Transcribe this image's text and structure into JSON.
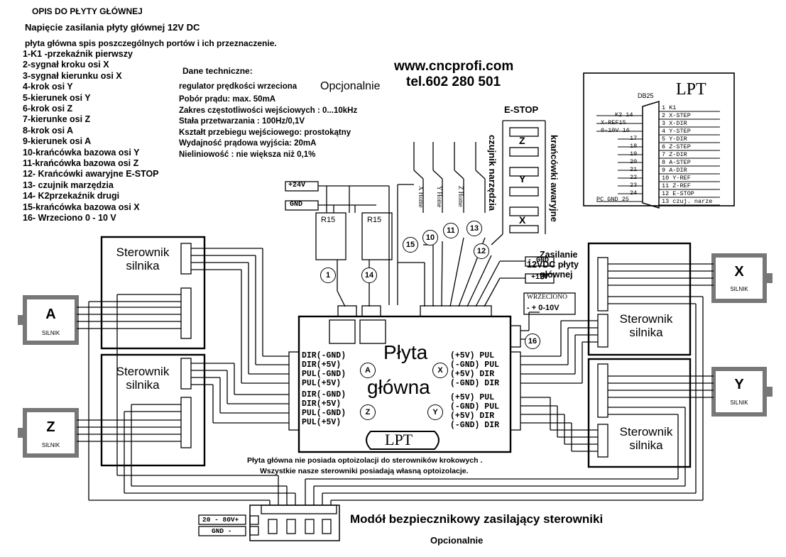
{
  "header": {
    "title": "OPIS DO PŁYTY GŁÓWNEJ",
    "voltage": "Napięcie zasilania płyty głównej 12V DC",
    "ports_intro": "płyta główna spis poszczególnych portów i ich przeznaczenie."
  },
  "port_list": [
    "1-K1 -przekaźnik pierwszy",
    "2-sygnał kroku osi X",
    "3-sygnał kierunku osi X",
    "4-krok osi Y",
    "5-kierunek osi Y",
    "6-krok osi Z",
    "7-kierunke osi Z",
    "8-krok osi A",
    "9-kierunek osi A",
    "10-krańcówka bazowa osi Y",
    "11-krańcówka bazowa osi Z",
    "12- Krańcówki awaryjne E-STOP",
    "13- czujnik marzędzia",
    "14- K2przekaźnik drugi",
    "15-krańcówka bazowa osi X",
    "16- Wrzeciono 0 - 10 V"
  ],
  "tech": {
    "heading": "Dane techniczne:",
    "regulator": "regulator prędkości wrzeciona",
    "optional": "Opcjonalnie",
    "lines": [
      "Pobór prądu: max. 50mA",
      "Zakres częstotliwości wejściowych : 0...10kHz",
      "Stała przetwarzania : 100Hz/0,1V",
      "Kształt przebiegu wejściowego: prostokątny",
      "Wydajność prądowa wyjścia: 20mA",
      "Nieliniowość : nie większa niż 0,1%"
    ]
  },
  "contact": {
    "website": "www.cncprofi.com",
    "phone": "tel.602 280 501"
  },
  "lpt_box": {
    "title": "LPT",
    "connector": "DB25",
    "left_labels": [
      "K2 14",
      "X-REF15",
      "0-10V 16",
      "17",
      "18",
      "19",
      "20",
      "21",
      "22",
      "23",
      "24",
      "PC GND 25"
    ],
    "right_labels": [
      "1 K1",
      "2 X-STEP",
      "3 X-DIR",
      "4 Y-STEP",
      "5 Y-DIR",
      "6 Z-STEP",
      "7 Z-DIR",
      "8 A-STEP",
      "9 A-DIR",
      "10 Y-REF",
      "11 Z-REF",
      "12 E-STOP",
      "13 czuj. narze"
    ]
  },
  "estop": {
    "label": "E-STOP",
    "limit_label": "krańcówki awaryjne",
    "sensor_label": "czujnik narzędzia",
    "axis_letters": [
      "Z",
      "Y",
      "X"
    ],
    "home_labels": [
      "X Home",
      "Y Home",
      "Z Home"
    ]
  },
  "power": {
    "plus24": "+24V",
    "gnd": "GND",
    "relay1": "R15",
    "relay2": "R15",
    "minus_gnd": "- GND",
    "plus12": "+12V",
    "supply_label": [
      "Zasilanie",
      "12VDC płyty",
      "głównej"
    ],
    "spindle_label": "WRZECIONO",
    "spindle_range": "- + 0-10V"
  },
  "circles": [
    "1",
    "14",
    "15",
    "10",
    "11",
    "13",
    "12",
    "16"
  ],
  "main_board": {
    "title1": "Płyta",
    "title2": "główna",
    "lpt": "LPT",
    "left_pins": [
      "DIR(-GND)",
      "DIR(+5V)",
      "PUL(-GND)",
      "PUL(+5V)",
      "DIR(-GND)",
      "DIR(+5V)",
      "PUL(-GND)",
      "PUL(+5V)"
    ],
    "right_pins": [
      "(+5V) PUL",
      "(-GND) PUL",
      "(+5V) DIR",
      "(-GND) DIR",
      "(+5V) PUL",
      "(-GND) PUL",
      "(+5V) DIR",
      "(-GND) DIR"
    ],
    "axis_markers": [
      "A",
      "Z",
      "X",
      "Y"
    ]
  },
  "drivers": {
    "label1": "Sterownik",
    "label2": "silnika"
  },
  "motors": {
    "a": "A",
    "z": "Z",
    "x": "X",
    "y": "Y",
    "sub": "SILNIK"
  },
  "notes": {
    "line1": "Płyta główna nie posiada optoizolacji do sterowników krokowych .",
    "line2": "Wszystkie nasze sterowniki posiadają własną optoizolacje."
  },
  "fuse_module": {
    "label": "Modół bezpiecznikowy zasilający sterowniki",
    "optional": "Opcionalnie",
    "v_label": "20 - 80V+",
    "gnd_label": "GND -"
  }
}
